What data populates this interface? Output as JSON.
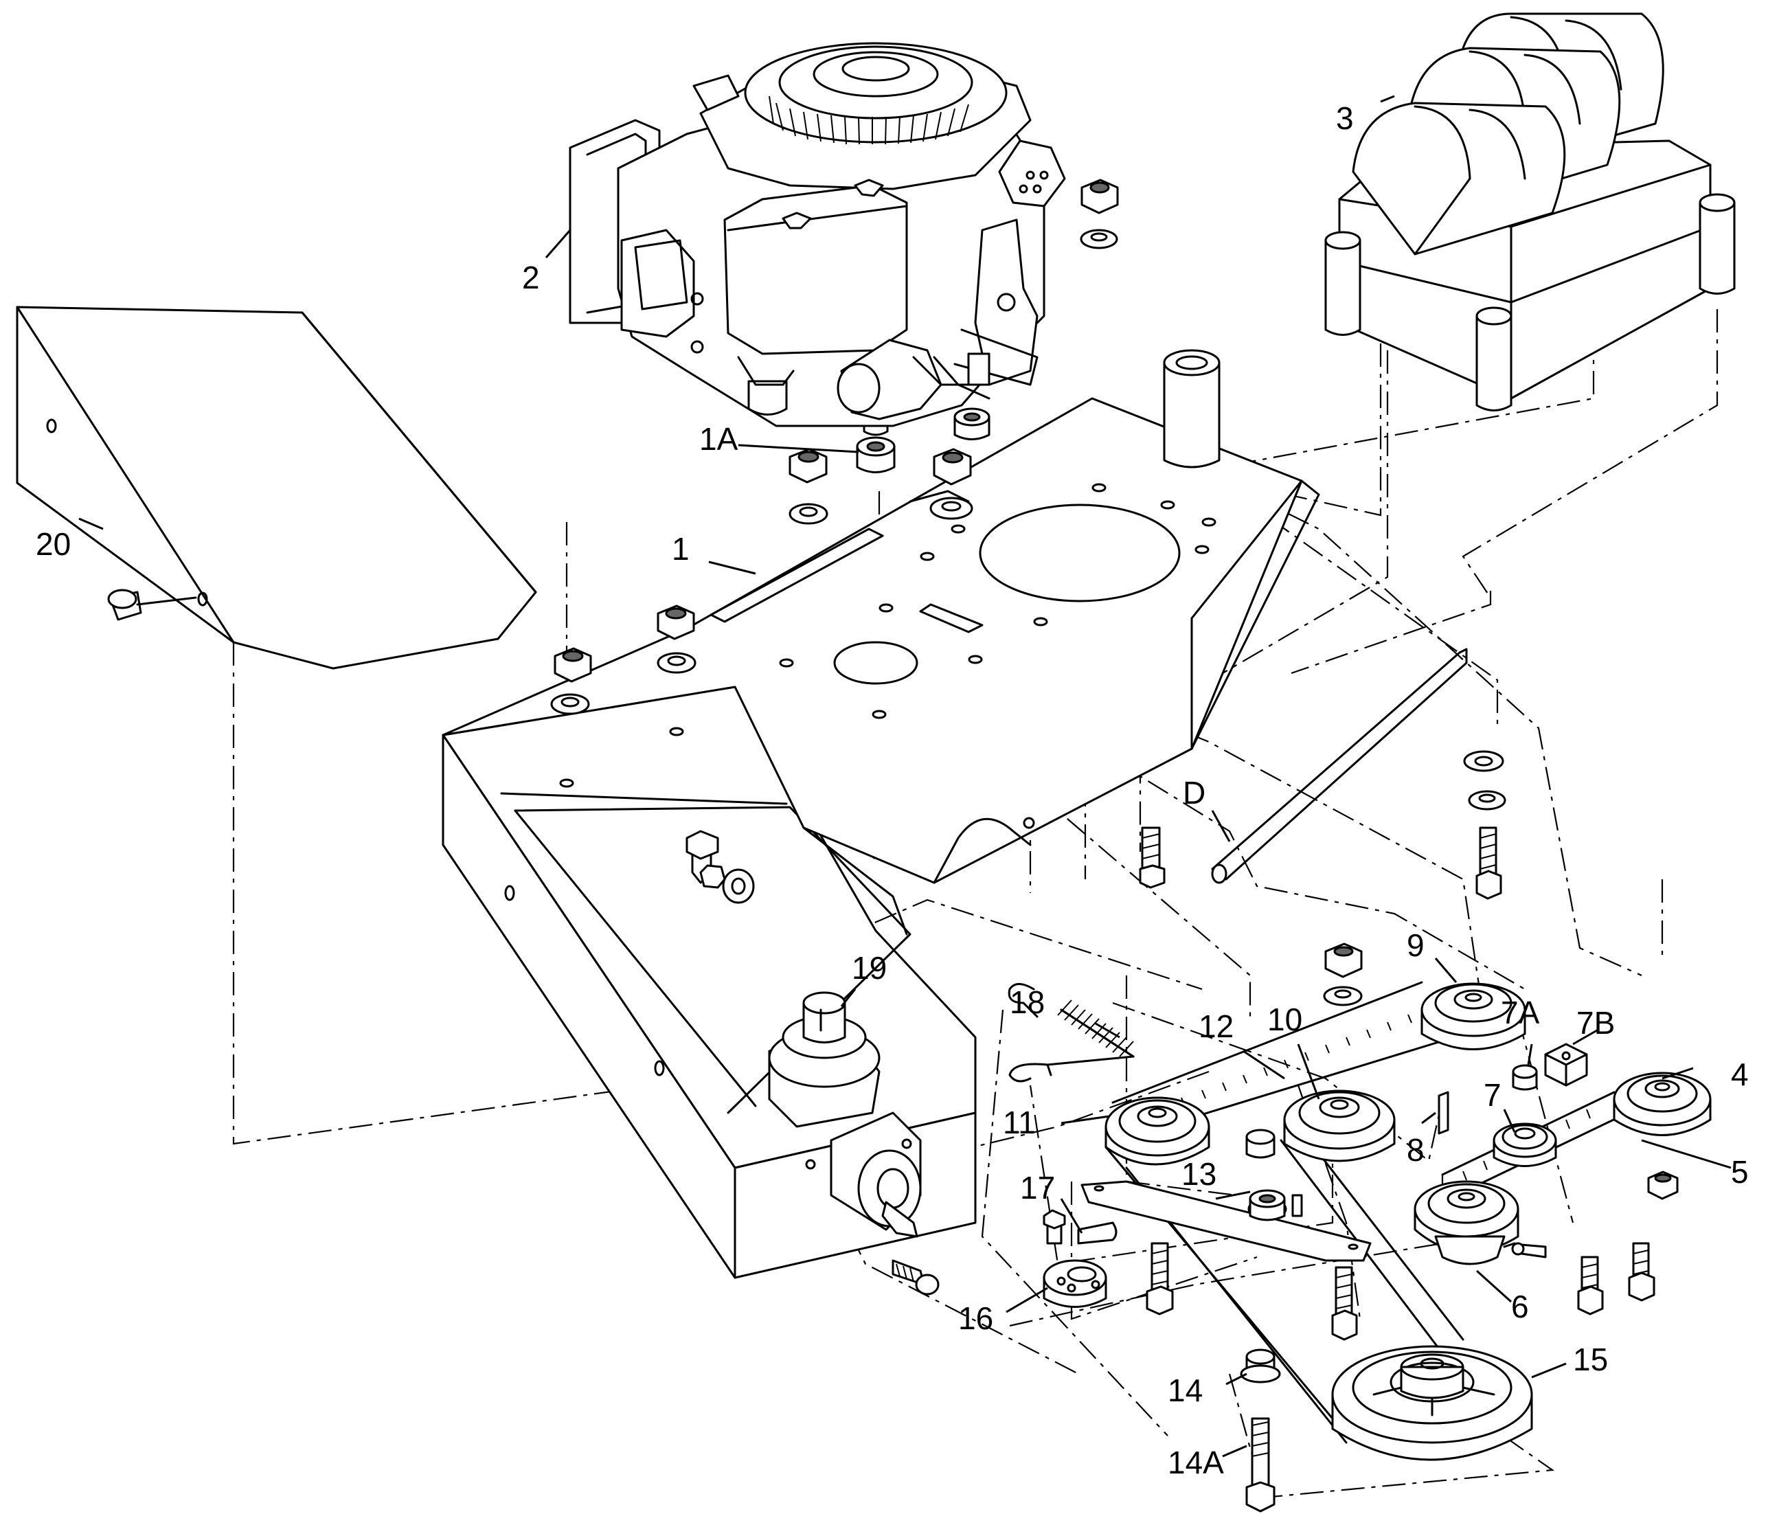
{
  "callouts": [
    {
      "id": "1",
      "text": "1"
    },
    {
      "id": "1A",
      "text": "1A"
    },
    {
      "id": "2",
      "text": "2"
    },
    {
      "id": "3",
      "text": "3"
    },
    {
      "id": "4",
      "text": "4"
    },
    {
      "id": "5",
      "text": "5"
    },
    {
      "id": "6",
      "text": "6"
    },
    {
      "id": "7",
      "text": "7"
    },
    {
      "id": "7A",
      "text": "7A"
    },
    {
      "id": "7B",
      "text": "7B"
    },
    {
      "id": "8",
      "text": "8"
    },
    {
      "id": "9",
      "text": "9"
    },
    {
      "id": "10",
      "text": "10"
    },
    {
      "id": "11",
      "text": "11"
    },
    {
      "id": "12",
      "text": "12"
    },
    {
      "id": "13",
      "text": "13"
    },
    {
      "id": "14",
      "text": "14"
    },
    {
      "id": "14A",
      "text": "14A"
    },
    {
      "id": "15",
      "text": "15"
    },
    {
      "id": "16",
      "text": "16"
    },
    {
      "id": "17",
      "text": "17"
    },
    {
      "id": "18",
      "text": "18"
    },
    {
      "id": "19",
      "text": "19"
    },
    {
      "id": "20",
      "text": "20"
    },
    {
      "id": "D",
      "text": "D"
    }
  ]
}
